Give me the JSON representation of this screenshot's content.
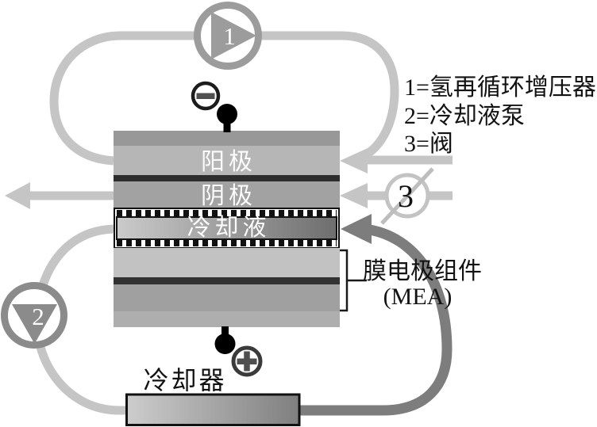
{
  "diagram": {
    "legend": {
      "item1": "1=氢再循环增压器",
      "item2": "2=冷却液泵",
      "item3": "3=阀"
    },
    "stack": {
      "anode_label": "阳极",
      "cathode_label": "阴极",
      "coolant_label": "冷却液"
    },
    "mea": {
      "line1": "膜电极组件",
      "line2": "(MEA)"
    },
    "cooler_label": "冷却器",
    "components": {
      "pump1_number": "1",
      "pump2_number": "2",
      "valve_number": "3"
    },
    "terminals": {
      "negative": "−",
      "positive": "+"
    },
    "colors": {
      "pipe_light": "#c5c5c5",
      "pipe_dark": "#7d7d7d",
      "pump1_ring": "#9c9c9c",
      "pump2_ring": "#8b8b8b",
      "valve_ring": "#c3c3c3",
      "layer_top_plate": "#989898",
      "layer_anode": "#b6b6b6",
      "layer_separator": "#2d2d2d",
      "layer_cathode": "#a2a2a2",
      "layer_gdl": "#c2c2c2",
      "layer_bottom_plate": "#aeaeae",
      "coolant_gradient_start": "#cbcbcb",
      "coolant_gradient_end": "#6e6e6e",
      "terminal_black": "#000000"
    }
  }
}
